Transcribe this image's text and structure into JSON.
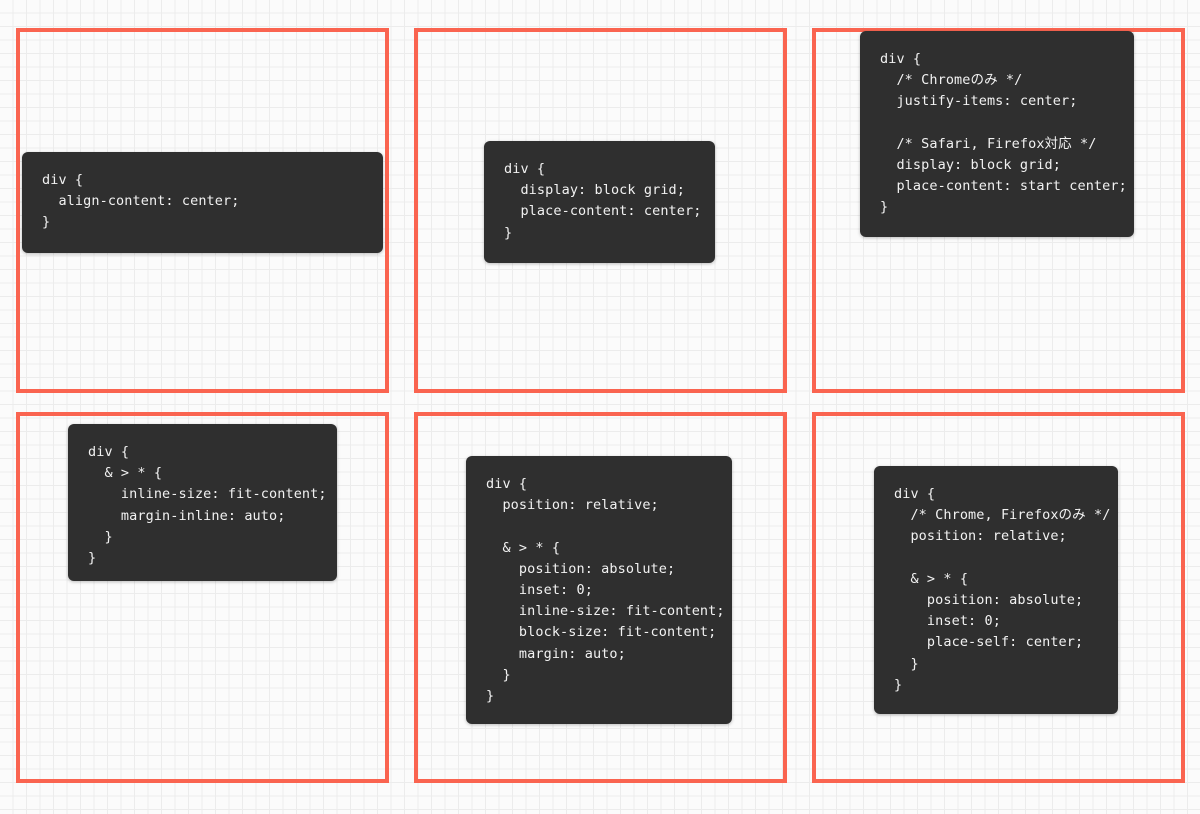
{
  "theme": {
    "page_background": "#fbfbfb",
    "grid_line_minor": "#ececec",
    "grid_line_major": "#e4e4e4",
    "frame_border": "#fa6450",
    "code_card_background": "#2f2f2f",
    "code_text": "#f2f2f2"
  },
  "panels": [
    {
      "id": "panel-1",
      "position": "row-1-col-1",
      "code": "div {\n  align-content: center;\n}"
    },
    {
      "id": "panel-2",
      "position": "row-1-col-2",
      "code": "div {\n  display: block grid;\n  place-content: center;\n}"
    },
    {
      "id": "panel-3",
      "position": "row-1-col-3",
      "code": "div {\n  /* Chromeのみ */\n  justify-items: center;\n\n  /* Safari, Firefox対応 */\n  display: block grid;\n  place-content: start center;\n}"
    },
    {
      "id": "panel-4",
      "position": "row-2-col-1",
      "code": "div {\n  & > * {\n    inline-size: fit-content;\n    margin-inline: auto;\n  }\n}"
    },
    {
      "id": "panel-5",
      "position": "row-2-col-2",
      "code": "div {\n  position: relative;\n\n  & > * {\n    position: absolute;\n    inset: 0;\n    inline-size: fit-content;\n    block-size: fit-content;\n    margin: auto;\n  }\n}"
    },
    {
      "id": "panel-6",
      "position": "row-2-col-3",
      "code": "div {\n  /* Chrome, Firefoxのみ */\n  position: relative;\n\n  & > * {\n    position: absolute;\n    inset: 0;\n    place-self: center;\n  }\n}"
    }
  ]
}
